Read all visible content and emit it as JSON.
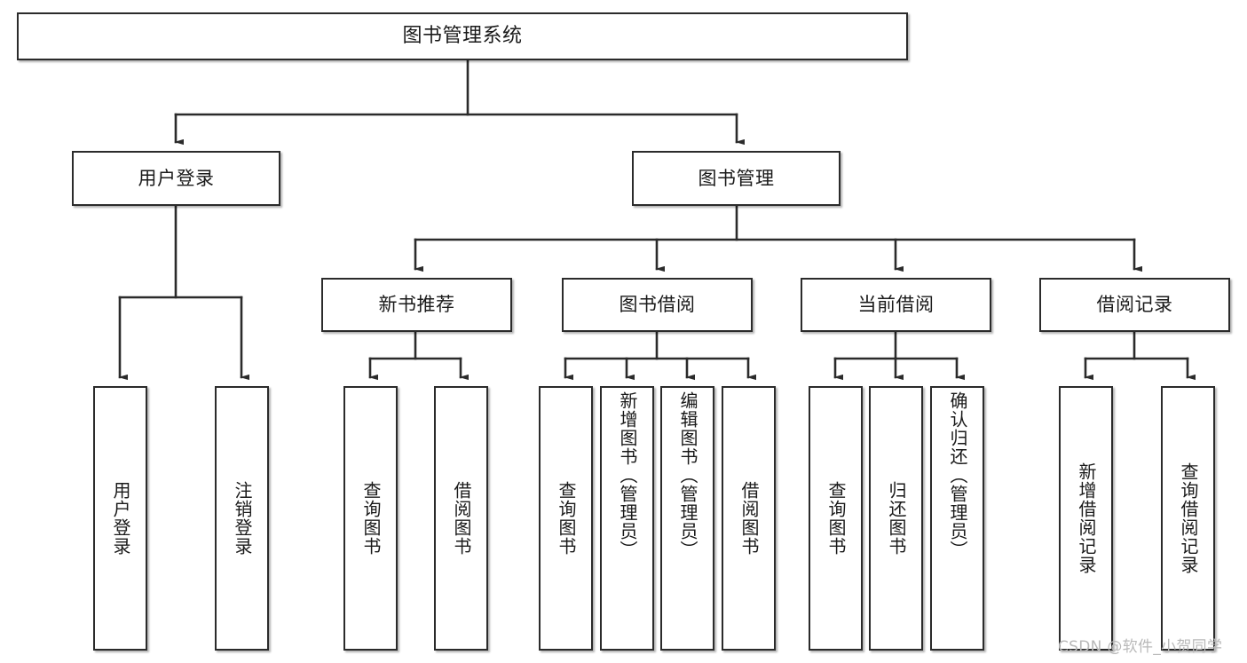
{
  "diagram": {
    "title": "图书管理系统",
    "type": "tree",
    "orientation": "top-down",
    "colors": {
      "background": "#ffffff",
      "box_fill": "#ffffff",
      "box_border": "#2b2b2b",
      "connector": "#2b2b2b",
      "text": "#1a1a1a",
      "watermark": "#b9b9b9"
    },
    "root": {
      "label": "图书管理系统"
    },
    "level1": [
      {
        "label": "用户登录"
      },
      {
        "label": "图书管理"
      }
    ],
    "level2": [
      {
        "label": "新书推荐"
      },
      {
        "label": "图书借阅"
      },
      {
        "label": "当前借阅"
      },
      {
        "label": "借阅记录"
      }
    ],
    "leaves": {
      "user_login": [
        {
          "label": "用户登录"
        },
        {
          "label": "注销登录"
        }
      ],
      "new_book_recommend": [
        {
          "label": "查询图书"
        },
        {
          "label": "借阅图书"
        }
      ],
      "book_borrow": [
        {
          "label": "查询图书"
        },
        {
          "label": "新增图书（管理员）"
        },
        {
          "label": "编辑图书（管理员）"
        },
        {
          "label": "借阅图书"
        }
      ],
      "current_borrow": [
        {
          "label": "查询图书"
        },
        {
          "label": "归还图书"
        },
        {
          "label": "确认归还（管理员）"
        }
      ],
      "borrow_record": [
        {
          "label": "新增借阅记录"
        },
        {
          "label": "查询借阅记录"
        }
      ]
    }
  },
  "watermark": {
    "text": "CSDN @软件_小贺同学"
  }
}
